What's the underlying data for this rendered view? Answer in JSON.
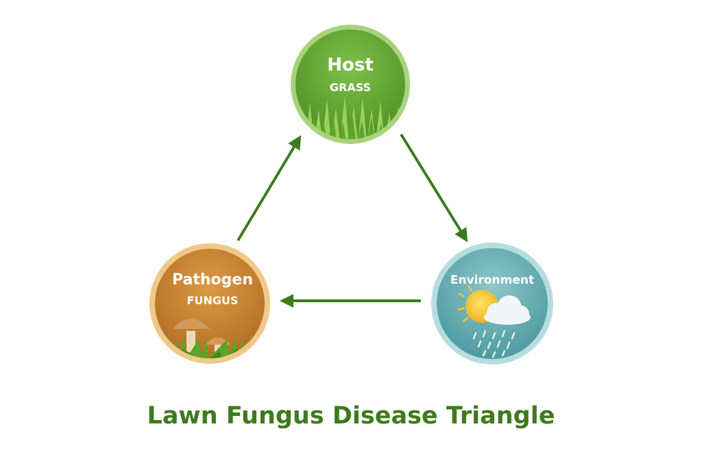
{
  "title": "Lawn Fungus Disease Triangle",
  "nodes": {
    "host": {
      "title": "Host",
      "subtitle": "GRASS",
      "icon": "grass-icon"
    },
    "environment": {
      "title": "Environment",
      "icon": "weather-icon"
    },
    "pathogen": {
      "title": "Pathogen",
      "subtitle": "FUNGUS",
      "icon": "mushroom-icon"
    }
  },
  "edges": [
    {
      "from": "host",
      "to": "environment"
    },
    {
      "from": "environment",
      "to": "pathogen"
    },
    {
      "from": "pathogen",
      "to": "host"
    }
  ],
  "colors": {
    "host": "#66a332",
    "host_ring": "#a9d27d",
    "environment": "#5fa8ad",
    "environment_ring": "#b5dde0",
    "pathogen": "#c9832f",
    "pathogen_ring": "#f0c98a",
    "arrow": "#3d7a1f",
    "title": "#3f7a1e"
  }
}
